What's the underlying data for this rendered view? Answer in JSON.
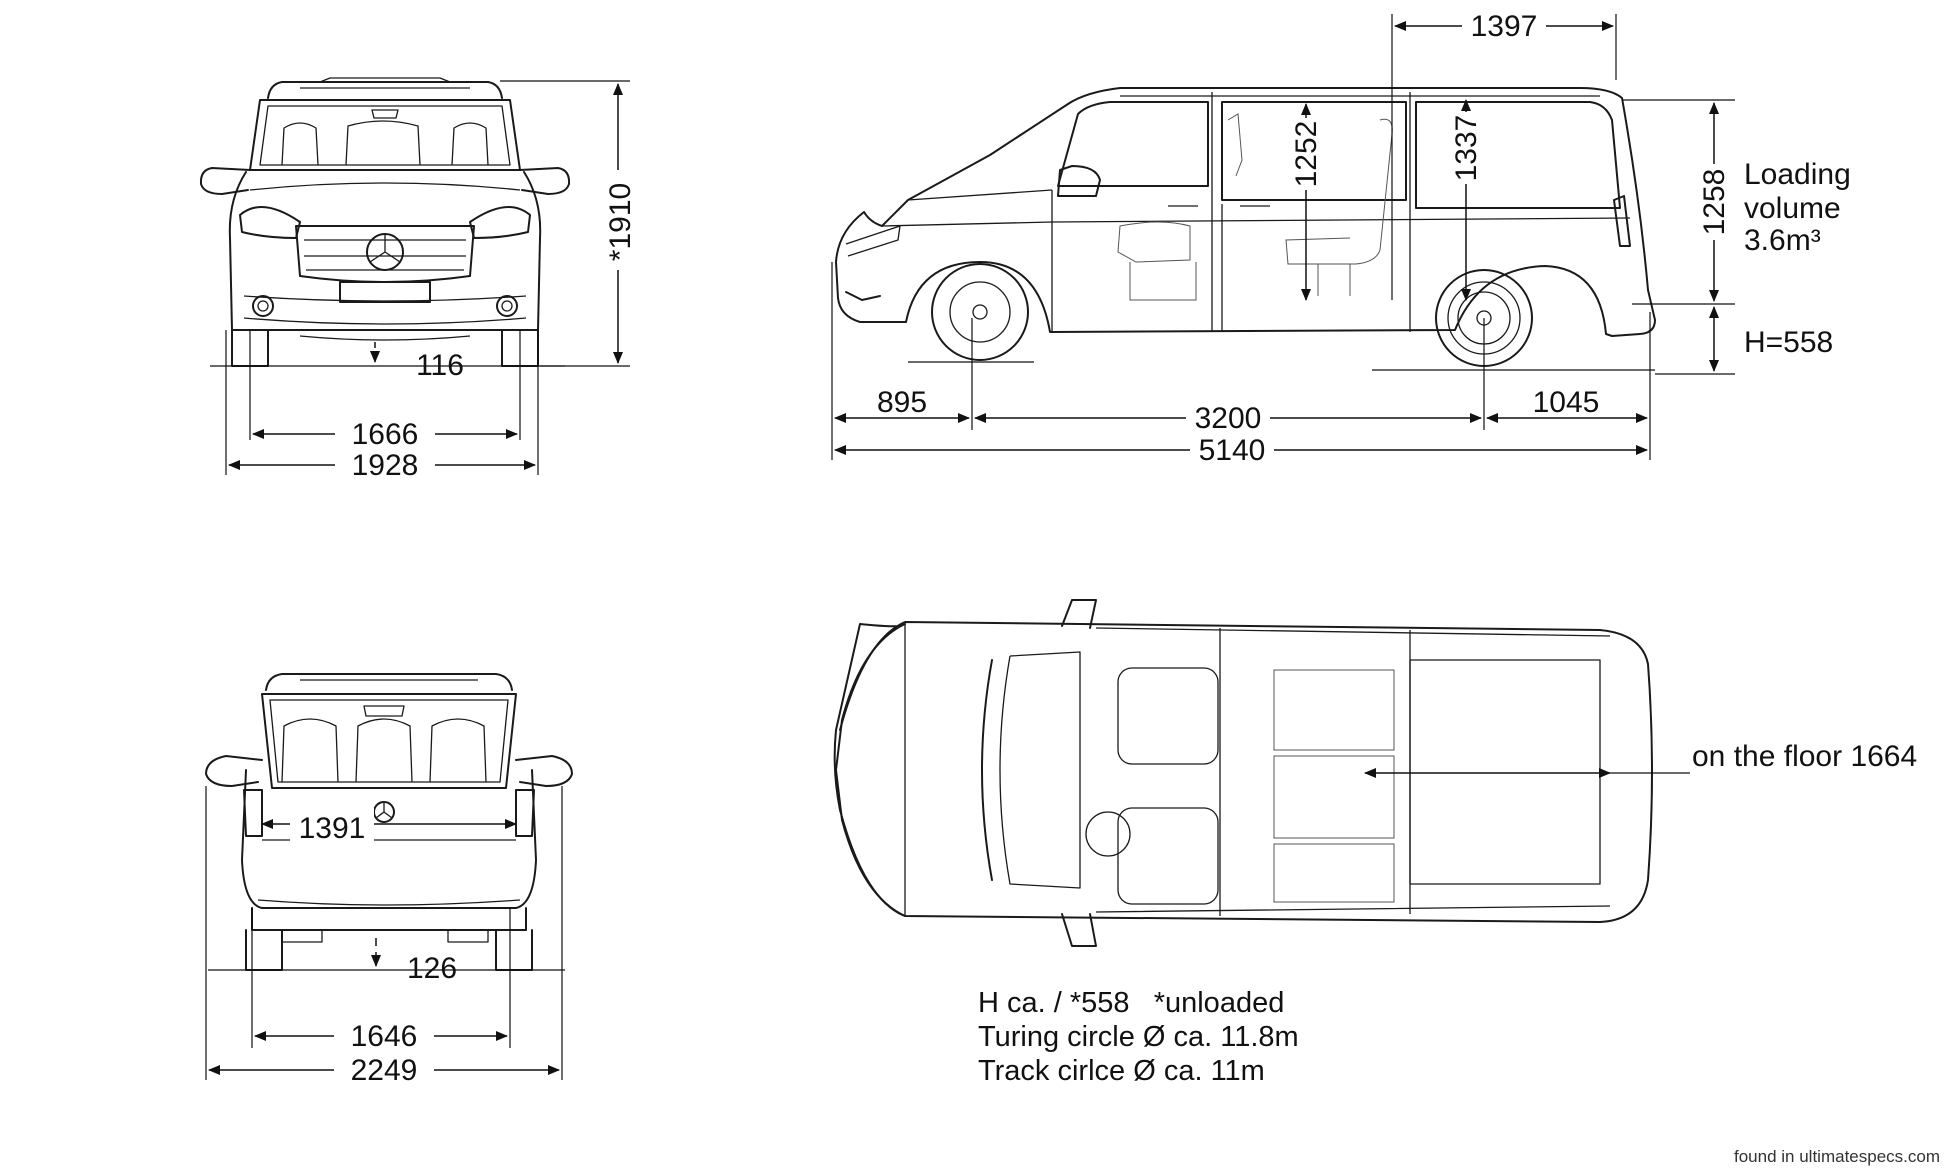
{
  "front_view": {
    "height": "*1910",
    "ground_clearance": "116",
    "track": "1666",
    "width": "1928"
  },
  "side_view": {
    "roof_opening": "1397",
    "interior_height_front": "1252",
    "interior_height_rear": "1337",
    "rear_opening_height": "1258",
    "loading_volume": [
      "Loading",
      "volume",
      "3.6m³"
    ],
    "loading_sill": "H=558",
    "front_overhang": "895",
    "wheelbase": "3200",
    "rear_overhang": "1045",
    "length": "5140"
  },
  "rear_view": {
    "wheelhouse_width": "1391",
    "ground_clearance": "126",
    "track": "1646",
    "width_mirrors": "2249"
  },
  "top_view": {
    "floor_length": "on the floor 1664"
  },
  "notes": [
    "H ca. / *558   *unloaded",
    "Turing circle Ø ca. 11.8m",
    "Track cirlce Ø ca. 11m"
  ],
  "watermark": "found in ultimatespecs.com"
}
